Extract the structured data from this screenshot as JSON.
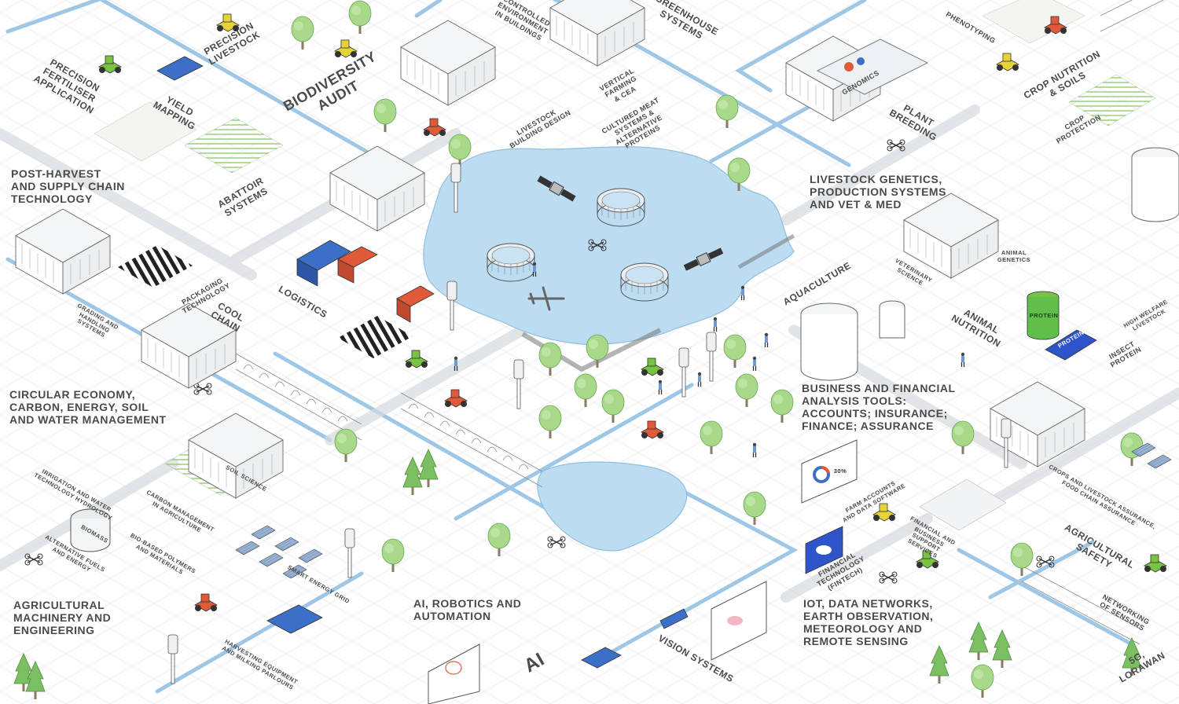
{
  "labels": {
    "precision_fertiliser": "PRECISION\nFERTILISER\nAPPLICATION",
    "yield_mapping": "YIELD\nMAPPING",
    "precision_livestock": "PRECISION\nLIVESTOCK",
    "biodiversity_audit": "BIODIVERSITY\nAUDIT",
    "controlled_environment": "CONTROLLED\nENVIRONMENT\nIN BUILDINGS",
    "greenhouse_systems": "GREENHOUSE\nSYSTEMS",
    "vertical_farming": "VERTICAL\nFARMING\n& CEA",
    "livestock_building_design": "LIVESTOCK\nBUILDING DESIGN",
    "cultured_meat": "CULTURED MEAT\nSYSTEMS &\nALTERNATIVE\nPROTEINS",
    "phenotyping": "PHENOTYPING",
    "genomics": "GENOMICS",
    "plant_breeding": "PLANT\nBREEDING",
    "crop_nutrition": "CROP NUTRITION\n& SOILS",
    "crop_protection": "CROP\nPROTECTION",
    "post_harvest": "POST-HARVEST\nAND SUPPLY CHAIN\nTECHNOLOGY",
    "abattoir_systems": "ABATTOIR\nSYSTEMS",
    "packaging_technology": "PACKAGING\nTECHNOLOGY",
    "cool_chain": "COOL\nCHAIN",
    "logistics": "LOGISTICS",
    "grading_handling": "GRADING AND\nHANDLING\nSYSTEMS",
    "livestock_genetics": "LIVESTOCK GENETICS,\nPRODUCTION SYSTEMS\nAND VET & MED",
    "veterinary_science": "VETERINARY\nSCIENCE",
    "animal_genetics": "ANIMAL\nGENETICS",
    "aquaculture": "AQUACULTURE",
    "animal_nutrition": "ANIMAL\nNUTRITION",
    "protein_tub": "PROTEIN",
    "protein_bar": "PROTEIN",
    "insect_protein": "INSECT\nPROTEIN",
    "high_welfare": "HIGH WELFARE\nLIVESTOCK",
    "circular_economy": "CIRCULAR ECONOMY,\nCARBON, ENERGY, SOIL\nAND WATER MANAGEMENT",
    "business_financial": "BUSINESS AND FINANCIAL\nANALYSIS TOOLS:\nACCOUNTS; INSURANCE;\nFINANCE; ASSURANCE",
    "soil_science": "SOIL SCIENCE",
    "irrigation": "IRRIGATION AND WATER\nTECHNOLOGY HYDROLOGY",
    "carbon_management": "CARBON MANAGEMENT\nIN AGRICULTURE",
    "biomass": "BIOMASS",
    "alternative_fuels": "ALTERNATIVE FUELS\nAND ENERGY",
    "bio_based_polymers": "BIO-BASED POLYMERS\nAND MATERIALS",
    "smart_energy_grid": "SMART ENERGY GRID",
    "farm_accounts": "FARM ACCOUNTS\nAND DATA SOFTWARE",
    "crops_assurance": "CROPS AND LIVESTOCK ASSURANCE,\nFOOD CHAIN ASSURANCE",
    "financial_support": "FINANCIAL AND\nBUSINESS\nSUPPORT\nSERVICES",
    "fintech": "FINANCIAL\nTECHNOLOGY\n(FINTECH)",
    "agricultural_safety": "AGRICULTURAL\nSAFETY",
    "networking_sensors": "NETWORKING\nOF SENSORS",
    "lorawan": "5G,\nLORAWAN",
    "ag_machinery": "AGRICULTURAL\nMACHINERY AND\nENGINEERING",
    "ai_robotics": "AI, ROBOTICS AND\nAUTOMATION",
    "ai": "AI",
    "vision_systems": "VISION SYSTEMS",
    "iot": "IOT, DATA NETWORKS,\nEARTH OBSERVATION,\nMETEOROLOGY AND\nREMOTE SENSING",
    "harvesting_equipment": "HARVESTING EQUIPMENT\nAND MILKING PARLOURS",
    "dashboard_value": "30%"
  },
  "colors": {
    "water": "#bcdcf2",
    "water_edge": "#8fbfe0",
    "tree": "#a8d88a",
    "tree_dark": "#7cbf63",
    "road": "#e3e6ea",
    "grid": "#dcdfe3",
    "line": "#5a5a5a",
    "text": "#4a4a4a",
    "accent_red": "#e05a3a",
    "accent_yellow": "#e8d23a",
    "accent_blue": "#3b6fc8",
    "accent_green": "#7ac244",
    "protein_green": "#5fbf4a",
    "protein_bar_blue": "#2d55c9"
  },
  "icons": [
    "satellite-icon",
    "drone-icon",
    "fish-pen-icon",
    "tractor-icon",
    "truck-icon",
    "greenhouse-icon",
    "wind-turbine-icon",
    "solar-panel-icon",
    "cow-icon",
    "silo-icon",
    "tree-icon",
    "person-icon",
    "pig-icon",
    "vr-glasses-icon",
    "brain-icon"
  ]
}
